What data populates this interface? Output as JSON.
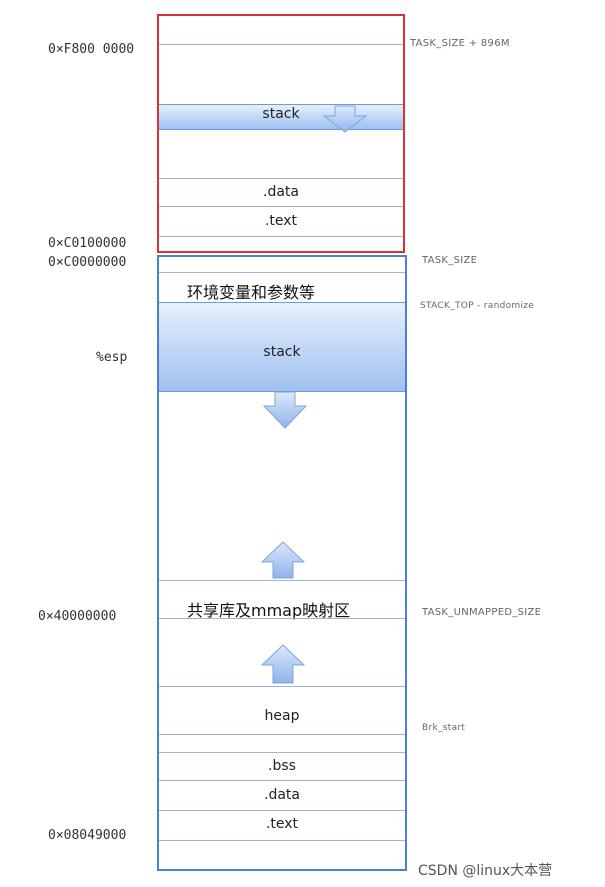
{
  "kernel": {
    "stack": "stack",
    "data": ".data",
    "text": ".text"
  },
  "user": {
    "env": "环境变量和参数等",
    "stack": "stack",
    "shared": "共享库及mmap映射区",
    "heap": "heap",
    "bss": ".bss",
    "data": ".data",
    "text": ".text"
  },
  "addresses": {
    "a1": "0×F800 0000",
    "a2": "0×C0100000",
    "a3": "0×C0000000",
    "a4": "%esp",
    "a5": "0×40000000",
    "a6": "0×08049000"
  },
  "side_labels": {
    "s1": "TASK_SIZE + 896M",
    "s2": "TASK_SIZE",
    "s3": "STACK_TOP - randomize",
    "s4": "TASK_UNMAPPED_SIZE",
    "s5": "Brk_start"
  },
  "watermark": "CSDN @linux大本营",
  "colors": {
    "kernel_border": "#d63333",
    "user_border": "#4b7fd1",
    "stack_fill": "#9ec0ef"
  }
}
